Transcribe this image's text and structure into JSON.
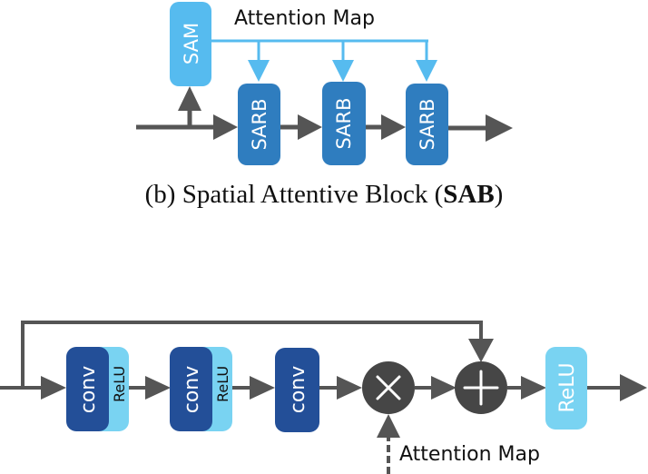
{
  "colors": {
    "arrow": "#555555",
    "attention": "#56bbef",
    "sarb": "#2f7dbf",
    "conv": "#234f98",
    "relu": "#79d3f2",
    "operator": "#464646",
    "text": "#111111",
    "white": "#ffffff"
  },
  "sab": {
    "sam_label": "SAM",
    "attention_label": "Attention Map",
    "blocks": [
      {
        "label": "SARB"
      },
      {
        "label": "SARB"
      },
      {
        "label": "SARB"
      }
    ],
    "caption_prefix": "(b) Spatial Attentive Block (",
    "caption_bold": "SAB",
    "caption_suffix": ")"
  },
  "sarb": {
    "stages": [
      {
        "conv_label": "conv",
        "relu_label": "ReLU"
      },
      {
        "conv_label": "conv",
        "relu_label": "ReLU"
      },
      {
        "conv_label": "conv"
      }
    ],
    "multiply_symbol": "×",
    "add_symbol": "+",
    "final_relu_label": "ReLU",
    "attention_label": "Attention Map"
  }
}
